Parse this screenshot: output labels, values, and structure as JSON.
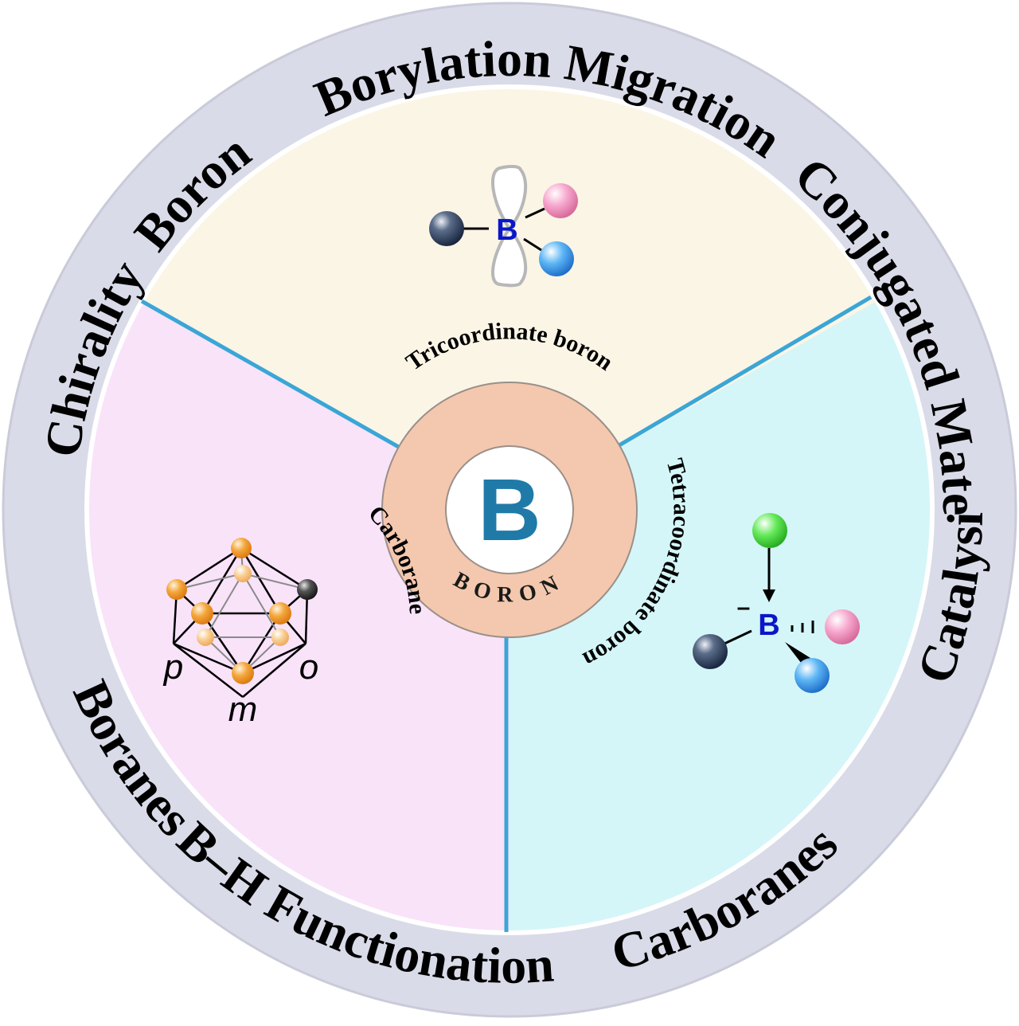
{
  "outer_ring": {
    "labels": [
      "Borylation",
      "Migration",
      "Conjugated Materials",
      "Boranes",
      "B–H Functionation",
      "Carboranes",
      "Catalysis",
      "Chirality",
      "Boron"
    ]
  },
  "sectors": {
    "top": {
      "label": "Tricoordinate boron",
      "color": "#fbf5e6"
    },
    "right": {
      "label": "Tetracoordinate boron",
      "color": "#d4f6f8"
    },
    "left": {
      "label": "Carborane",
      "color": "#f9e3f9"
    }
  },
  "center": {
    "symbol": "B",
    "word": "BORON"
  },
  "molecules": {
    "tricoordinate_atom": "B",
    "tetracoordinate_atom": "B",
    "tetracoordinate_charge": "–",
    "carborane_labels": [
      "p",
      "o",
      "m"
    ]
  },
  "colors": {
    "ring": "#d9dbe8",
    "divider": "#3aa6d6",
    "center_ring": "#f4c8ae",
    "center_symbol": "#1f7aa8"
  }
}
